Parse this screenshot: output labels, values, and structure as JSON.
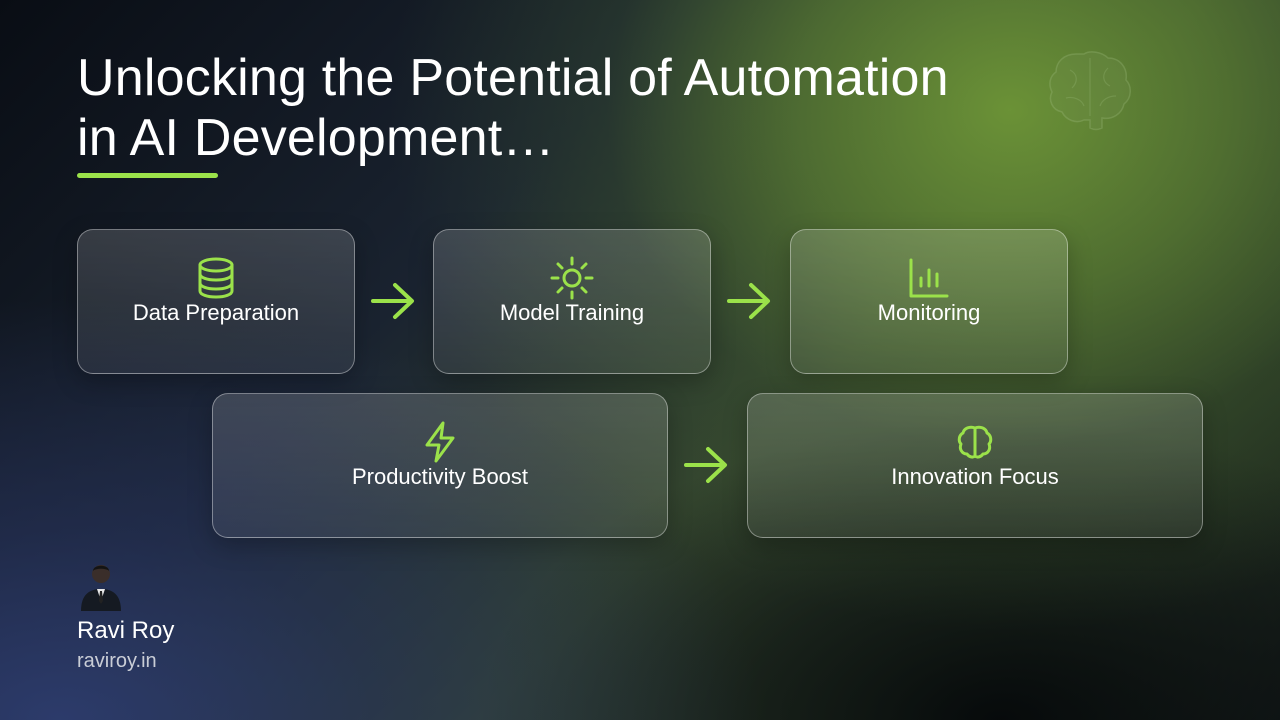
{
  "title": {
    "line1": "Unlocking the Potential of Automation",
    "line2": "in AI Development…"
  },
  "accent_color": "#9be24a",
  "nodes": [
    {
      "label": "Data Preparation",
      "icon": "database-icon"
    },
    {
      "label": "Model Training",
      "icon": "sun-gear-icon"
    },
    {
      "label": "Monitoring",
      "icon": "bar-chart-icon"
    },
    {
      "label": "Productivity Boost",
      "icon": "lightning-icon"
    },
    {
      "label": "Innovation Focus",
      "icon": "brain-icon"
    }
  ],
  "edges": [
    {
      "from": "Data Preparation",
      "to": "Model Training"
    },
    {
      "from": "Model Training",
      "to": "Monitoring"
    },
    {
      "from": "Productivity Boost",
      "to": "Innovation Focus"
    }
  ],
  "author": {
    "name": "Ravi Roy",
    "website": "raviroy.in"
  }
}
